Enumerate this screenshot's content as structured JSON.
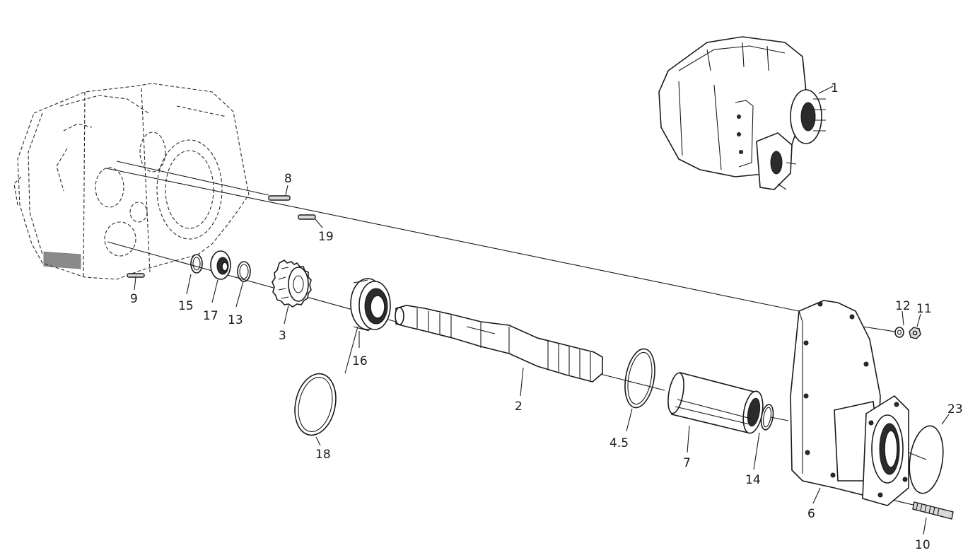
{
  "diagram": {
    "type": "exploded-parts-view",
    "labels": {
      "p1": "1",
      "p2": "2",
      "p3": "3",
      "p4_5": "4.5",
      "p6": "6",
      "p7": "7",
      "p8": "8",
      "p9": "9",
      "p10": "10",
      "p11": "11",
      "p12": "12",
      "p13": "13",
      "p14": "14",
      "p15": "15",
      "p16": "16",
      "p17": "17",
      "p18": "18",
      "p19": "19",
      "p23": "23"
    }
  }
}
